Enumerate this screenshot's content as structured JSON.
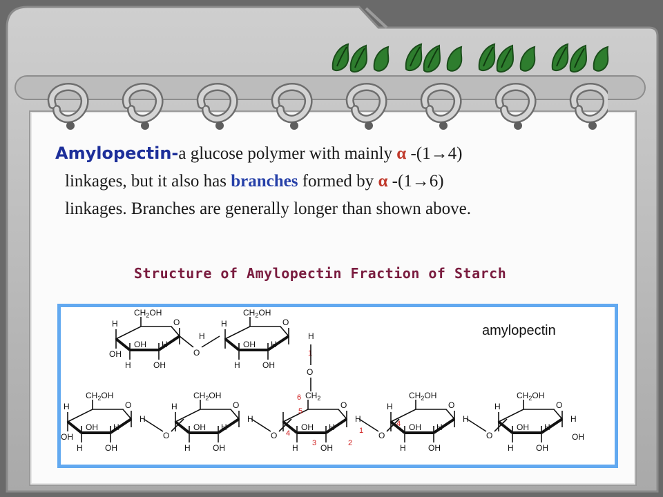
{
  "slide": {
    "term": "Amylopectin-",
    "line1_prefix": "a glucose polymer with mainly ",
    "alpha_1": "α",
    "link_1": " -(1→4)",
    "line2_prefix": "linkages, but it also has ",
    "branches": "branches",
    "line2_mid": " formed by ",
    "alpha_2": "α",
    "link_2": " -(1→6)",
    "line3": "linkages. Branches are generally longer than shown above.",
    "figure_title": "Structure of Amylopectin Fraction of Starch"
  },
  "figure": {
    "label": "amylopectin",
    "ch2oh": "CH",
    "ch2oh_sub": "2",
    "ch2oh_tail": "OH",
    "oh": "OH",
    "h": "H",
    "o": "O",
    "ch2": "CH",
    "ch2_sub": "2",
    "num": {
      "one": "1",
      "two": "2",
      "three": "3",
      "four": "4",
      "five": "5",
      "six": "6"
    }
  },
  "colors": {
    "term": "#1d2f9a",
    "alpha": "#c0392b",
    "branches": "#2640a8",
    "figure_title": "#7a1c3f",
    "figure_border": "#62a9f0",
    "position_numbers": "#d02020"
  }
}
